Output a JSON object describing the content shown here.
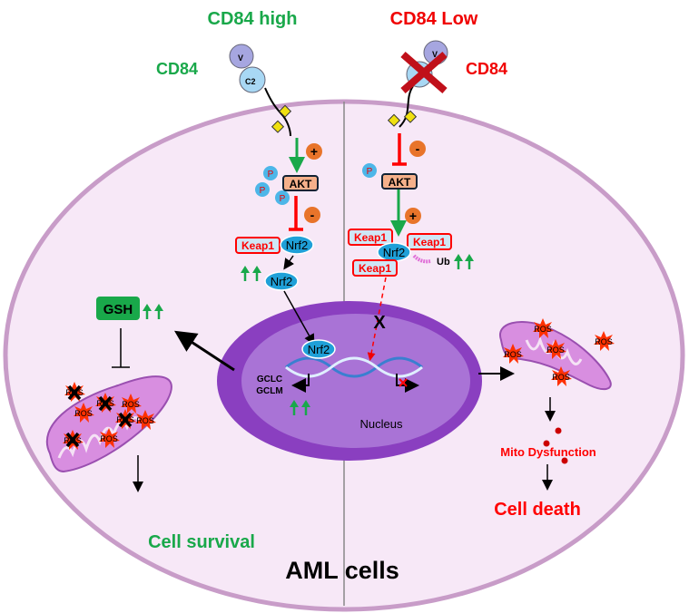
{
  "colors": {
    "green": "#19a84a",
    "red": "#f00000",
    "cell_fill": "#f7e8f7",
    "cell_border": "#c89cc8",
    "nucleus_outer": "#8a3fc0",
    "nucleus_inner": "#a973d6",
    "orange": "#e8742a",
    "nrf2": "#1fa0d8",
    "akt": "#f5b08a"
  },
  "left": {
    "heading": "CD84 high",
    "receptor_label": "CD84",
    "domain_v": "V",
    "domain_c2": "C2",
    "plus": "+",
    "minus": "-",
    "p": "P",
    "akt": "AKT",
    "keap1": "Keap1",
    "nrf2": "Nrf2",
    "gsh": "GSH",
    "genes": [
      "GCLC",
      "GCLM"
    ],
    "ros": "ROS",
    "outcome": "Cell survival"
  },
  "right": {
    "heading": "CD84 Low",
    "receptor_label": "CD84",
    "domain_v": "V",
    "minus": "-",
    "plus": "+",
    "p": "P",
    "akt": "AKT",
    "keap1": "Keap1",
    "nrf2": "Nrf2",
    "ub": "Ub",
    "blocked": "X",
    "ros": "ROS",
    "mito": "Mito Dysfunction",
    "outcome": "Cell death"
  },
  "nucleus_label": "Nucleus",
  "cell_label": "AML cells"
}
